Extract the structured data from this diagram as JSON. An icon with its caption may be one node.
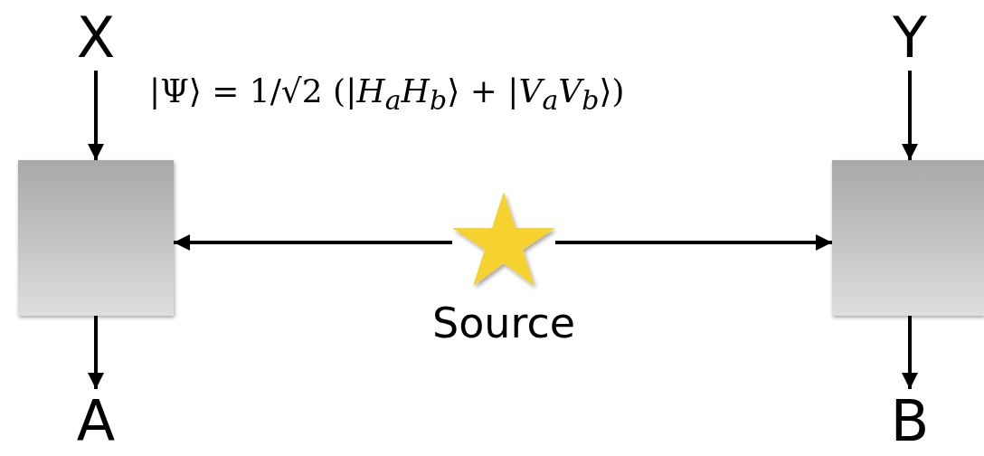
{
  "diagram": {
    "nodes": [
      {
        "text": [
          "X"
        ]
      },
      {
        "text": [
          "Y"
        ]
      },
      {
        "text": [],
        "shape": "box"
      },
      {
        "text": [],
        "shape": "box"
      },
      {
        "text": [
          "A"
        ]
      },
      {
        "text": [
          "B"
        ]
      },
      {
        "text": [],
        "shape": "star",
        "beside": [
          "Source"
        ]
      }
    ],
    "edges": [
      {
        "from": 0,
        "to": 2,
        "arrow": "to"
      },
      {
        "from": 1,
        "to": 3,
        "arrow": "to"
      },
      {
        "from": 2,
        "to": 4,
        "arrow": "to"
      },
      {
        "from": 3,
        "to": 5,
        "arrow": "to"
      },
      {
        "from": 6,
        "to": 2,
        "arrow": "to"
      },
      {
        "from": 6,
        "to": 3,
        "arrow": "to"
      }
    ],
    "labels": [
      "|Ψ⟩ = 1/√2 (|*H*$_{a}$*H*$_{b}$⟩ + |*V*$_{a}$*V*$_{b}$⟩)"
    ]
  }
}
